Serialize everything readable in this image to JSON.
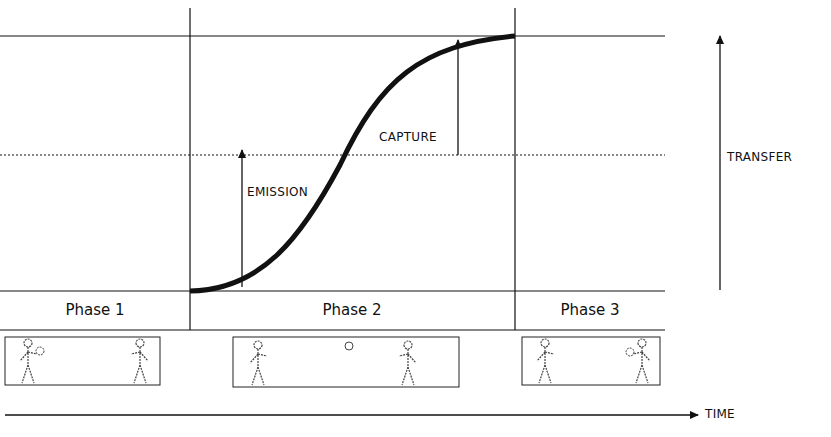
{
  "diagram": {
    "labels": [
      "EMISSION",
      "CAPTURE",
      "TRANSFER",
      "Phase 1",
      "Phase 2",
      "Phase 3",
      "TIME"
    ]
  }
}
